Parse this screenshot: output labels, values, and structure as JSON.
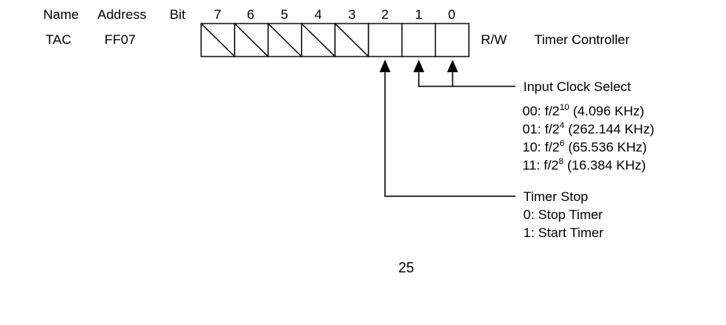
{
  "header": {
    "name_label": "Name",
    "address_label": "Address",
    "bit_label": "Bit",
    "bits": [
      "7",
      "6",
      "5",
      "4",
      "3",
      "2",
      "1",
      "0"
    ]
  },
  "register": {
    "name": "TAC",
    "address": "FF07",
    "access": "R/W",
    "description": "Timer Controller"
  },
  "input_clock_select": {
    "title": "Input Clock Select",
    "options": [
      {
        "prefix": "00: f/2",
        "exponent": "10",
        "suffix": " (4.096 KHz)"
      },
      {
        "prefix": "01: f/2",
        "exponent": "4",
        "suffix": " (262.144 KHz)"
      },
      {
        "prefix": "10: f/2",
        "exponent": "6",
        "suffix": " (65.536 KHz)"
      },
      {
        "prefix": "11: f/2",
        "exponent": "8",
        "suffix": " (16.384 KHz)"
      }
    ]
  },
  "timer_stop": {
    "title": "Timer Stop",
    "options": [
      "0: Stop Timer",
      "1: Start Timer"
    ]
  },
  "page_number": "25"
}
